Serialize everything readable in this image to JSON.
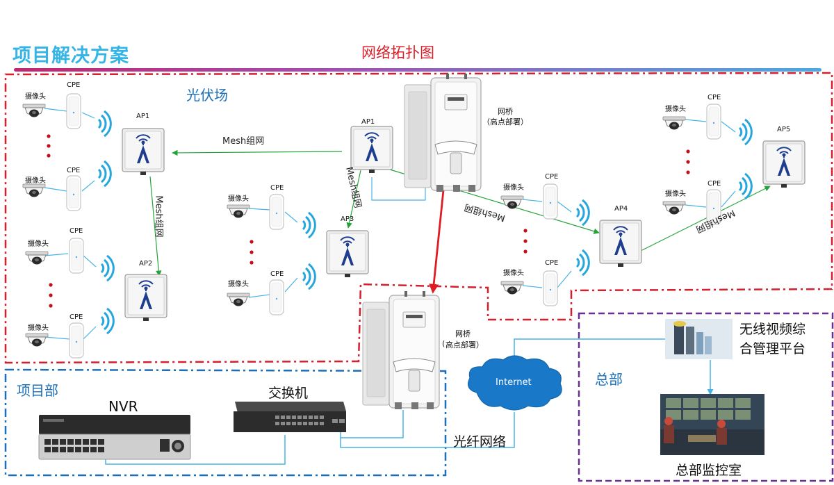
{
  "header": {
    "title": "项目解决方案",
    "diagram_title": "网络拓扑图"
  },
  "zones": {
    "pv_field": "光伏场",
    "project_dept": "项目部",
    "hq": "总部"
  },
  "labels": {
    "camera": "摄像头",
    "cpe": "CPE",
    "ap1_left": "AP1",
    "ap2": "AP2",
    "ap3": "AP3",
    "ap1_mid": "AP1",
    "ap4": "AP4",
    "ap5": "AP5",
    "mesh": "Mesh组网",
    "bridge": "网桥",
    "bridge_sub": "（高点部署）",
    "bridge_sub2": "高点部署）",
    "internet": "Internet",
    "fiber": "光纤网络",
    "switch": "交换机",
    "nvr": "NVR",
    "platform": "无线视频综合管理平台",
    "platform_line1": "无线视频综",
    "platform_line2": "合管理平台",
    "monitor_room": "总部监控室"
  },
  "colors": {
    "title_blue": "#35b4e6",
    "red_dash": "#d41f2d",
    "blue_dash": "#1c6fb7",
    "purple_dash": "#6b2f8f",
    "mesh_green": "#25a33b",
    "link_blue": "#46b3e6",
    "bridge_red": "#e11b22",
    "wifi_blue": "#25a6dd",
    "ap_navy": "#1e3d8f"
  }
}
